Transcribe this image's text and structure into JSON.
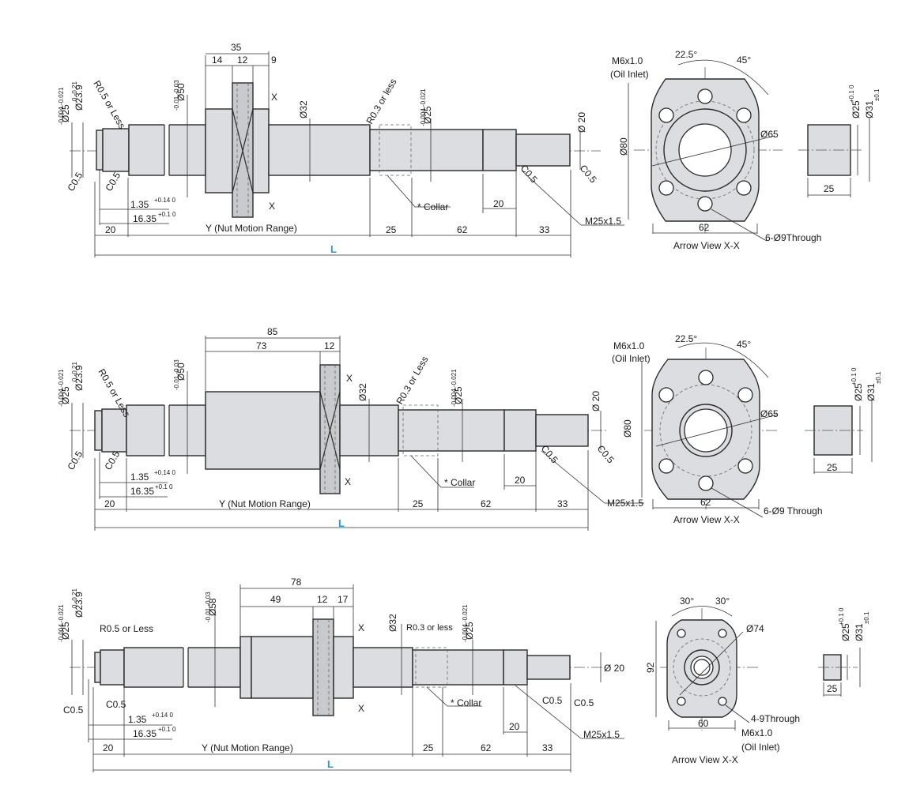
{
  "common": {
    "collar": "* Collar",
    "nut_motion_range": "Y (Nut Motion Range)",
    "total_length": "L",
    "thread": "M25x1.5",
    "c05": "C0.5",
    "dia20": "Ø 20",
    "dia32": "Ø32",
    "dia25_tol": "Ø25",
    "tol_25": "-0.004 -0.021",
    "dia239": "Ø23.9",
    "tol_239": "0 -0.21",
    "dim_135": "1.35",
    "tol_135": "+0.14 0",
    "dim_1635": "16.35",
    "tol_1635": "+0.1 0",
    "dim20": "20",
    "dim25": "25",
    "dim62": "62",
    "dim33": "33",
    "arrow_view": "Arrow View X-X",
    "x_label": "X",
    "oil_inlet": "(Oil Inlet)",
    "m6": "M6x1.0",
    "ang225": "22.5°",
    "ang45": "45°",
    "dia80": "Ø80",
    "dia65": "Ø65",
    "dim62b": "62",
    "side_dia25": "Ø25",
    "side_tol25": "+0.1 0",
    "side_dia31": "Ø31",
    "side_tol31": "±0.1"
  },
  "view1": {
    "r05": "R0.5 or Less",
    "r03": "R0.3 or less",
    "dia50": "Ø50",
    "tol50": "-0.01 -0.03",
    "dim35": "35",
    "dim14": "14",
    "dim12": "12",
    "dim9": "9",
    "holes": "6-Ø9Through",
    "side_len": "25"
  },
  "view2": {
    "r05": "R0.5 or Less",
    "r03": "R0.3 or Less",
    "dia50": "Ø50",
    "tol50": "-0.01 -0.03",
    "dim85": "85",
    "dim73": "73",
    "dim12": "12",
    "holes": "6-Ø9 Through",
    "side_len": "25"
  },
  "view3": {
    "r05": "R0.5 or Less",
    "r03": "R0.3 or less",
    "dia58": "Ø58",
    "tol58": "-0.01 -0.03",
    "dim78": "78",
    "dim49": "49",
    "dim12": "12",
    "dim17": "17",
    "ang30a": "30°",
    "ang30b": "30°",
    "dia74": "Ø74",
    "dim92": "92",
    "dim60": "60",
    "holes": "4-9Through",
    "side_len": "25"
  }
}
